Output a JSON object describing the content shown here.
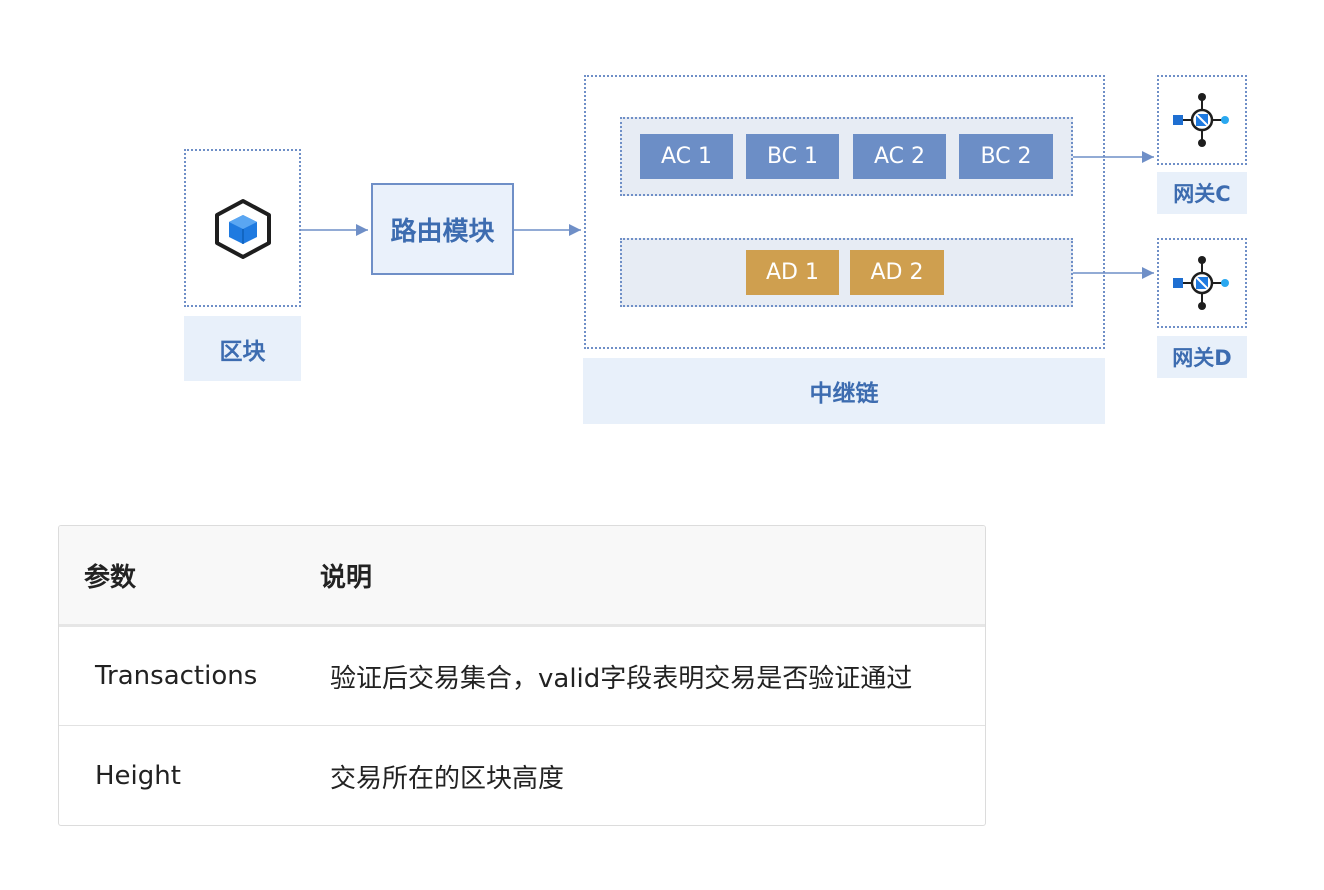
{
  "diagram": {
    "block": {
      "caption": "区块",
      "icon": "cube-icon"
    },
    "router": {
      "label": "路由模块"
    },
    "relay_chain": {
      "caption": "中继链",
      "lanes": [
        {
          "chips": [
            "AC 1",
            "BC 1",
            "AC 2",
            "BC 2"
          ],
          "color": "#6c8ec6"
        },
        {
          "chips": [
            "AD 1",
            "AD 2"
          ],
          "color": "#cf9f4f"
        }
      ]
    },
    "gateways": [
      {
        "caption": "网关C",
        "icon": "gateway-node-icon"
      },
      {
        "caption": "网关D",
        "icon": "gateway-node-icon"
      }
    ],
    "colors": {
      "accent_blue": "#3d6cb0",
      "lane_bg": "#e7ecf4",
      "caption_bg": "#e8f0fa",
      "cube_blue": "#1f7ae0"
    }
  },
  "table": {
    "headers": [
      "参数",
      "说明"
    ],
    "rows": [
      [
        "Transactions",
        "验证后交易集合，valid字段表明交易是否验证通过"
      ],
      [
        "Height",
        "交易所在的区块高度"
      ]
    ]
  }
}
